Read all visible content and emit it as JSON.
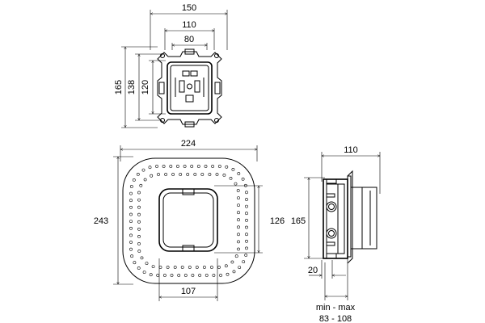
{
  "top_view": {
    "dims": {
      "w150": "150",
      "w110": "110",
      "w80": "80",
      "h165": "165",
      "h138": "138",
      "h120": "120"
    }
  },
  "front_view": {
    "dims": {
      "w224": "224",
      "h243": "243",
      "h126": "126",
      "w107": "107"
    }
  },
  "side_view": {
    "dims": {
      "w110": "110",
      "h165": "165",
      "d20": "20",
      "range_label": "min - max",
      "range_value": "83 - 108"
    }
  }
}
